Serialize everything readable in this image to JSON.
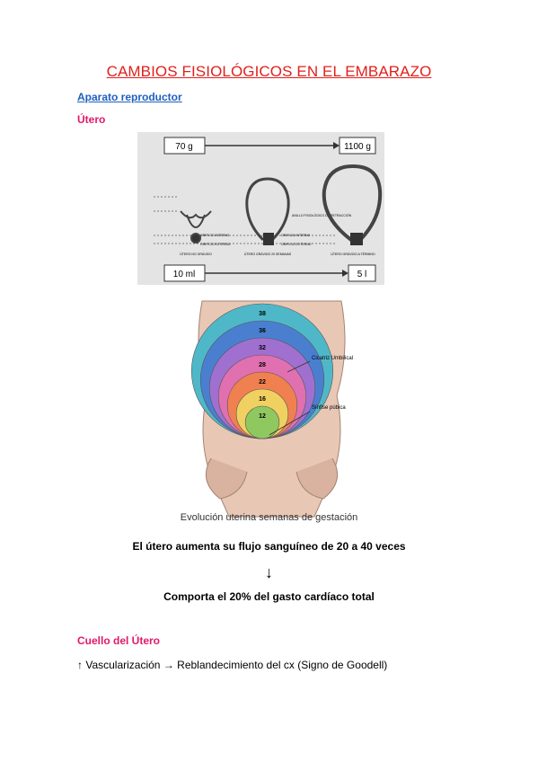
{
  "title": "CAMBIOS FISIOLÓGICOS EN EL EMBARAZO",
  "section": "Aparato reproductor",
  "subsection_utero": "Útero",
  "figure1": {
    "weight_start": "70 g",
    "weight_end": "1100 g",
    "volume_start": "10 ml",
    "volume_end": "5 l",
    "labels": {
      "orificio_interno_1": "ORIFICIO INTERNO",
      "orificio_externo_1": "ORIFICIO EXTERNO",
      "orificio_interno_2": "ORIFICIO INTERNO",
      "orificio_externo_2": "ORIFICIO EXTERNO",
      "anillo": "ANILLO FISIOLÓGICO DE RETRACCIÓN",
      "utero_no_gravido": "ÚTERO NO GRÁVIDO",
      "utero_20": "ÚTERO GRÁVIDO 20 SEMANAS",
      "utero_termino": "ÚTERO GRÁVIDO A TÉRMINO"
    }
  },
  "figure2": {
    "weeks": [
      "38",
      "36",
      "32",
      "28",
      "22",
      "16",
      "12"
    ],
    "colors": [
      "#4fb8c8",
      "#4a7fd0",
      "#a070d0",
      "#e070b0",
      "#f08050",
      "#f0d060",
      "#90c860"
    ],
    "label_umbilical": "Cicatriz Umbilical",
    "label_sinfise": "Sínfise púbica",
    "caption": "Evolución uterina semanas de gestación"
  },
  "flow_text": "El útero aumenta su flujo sanguíneo de 20 a 40 veces",
  "flow_arrow": "↓",
  "flow_result": "Comporta el 20% del gasto cardíaco total",
  "subsection_cuello": "Cuello del Útero",
  "cuello_line": "↑ Vascularización → Reblandecimiento del cx (Signo de Goodell)"
}
